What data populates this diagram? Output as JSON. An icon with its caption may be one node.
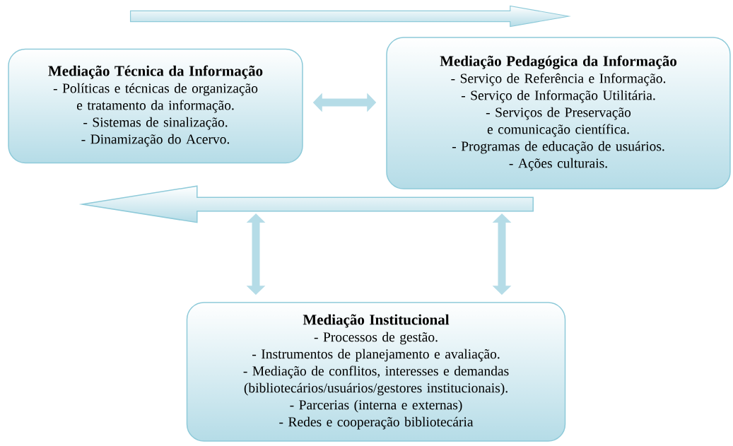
{
  "diagram": {
    "nodes": [
      {
        "text": [
          "Mediação Técnica da Informação",
          "- Políticas e técnicas de organização e tratamento da informação.",
          "- Sistemas de sinalização.",
          "- Dinamização do Acervo."
        ]
      },
      {
        "text": [
          "Mediação Pedagógica da Informação",
          "- Serviço de Referência e Informação.",
          "- Serviço de Informação Utilitária.",
          "- Serviços de Preservação e comunicação científica.",
          "- Programas de educação de usuários.",
          "- Ações culturais."
        ]
      },
      {
        "text": [],
        "shape": "arrow"
      },
      {
        "text": [
          "Mediação Institucional",
          "- Processos de gestão.",
          "- Instrumentos de planejamento e avaliação.",
          "- Mediação de conflitos, interesses e demandas (bibliotecários/usuários/gestores institucionais).",
          "- Parcerias (interna e externas)",
          "- Redes e cooperação bibliotecária"
        ]
      }
    ],
    "edges": [
      {
        "from": 0,
        "to": 1,
        "arrow": "both"
      },
      {
        "from": 2,
        "to": 3,
        "arrow": "both"
      },
      {
        "from": 2,
        "to": 3,
        "arrow": "both"
      }
    ]
  }
}
